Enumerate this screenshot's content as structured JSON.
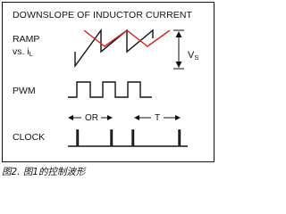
{
  "title": "DOWNSLOPE OF INDUCTOR CURRENT",
  "labels": {
    "ramp": "RAMP",
    "vs_prefix": "vs. i",
    "vs_sub": "L",
    "pwm": "PWM",
    "clock": "CLOCK",
    "vs_symbol": "V",
    "vs_symbol_sub": "S",
    "or": "OR",
    "t": "T"
  },
  "caption": "图2. 图1的控制波形",
  "colors": {
    "ink": "#111111",
    "red_slope": "#d82020"
  }
}
